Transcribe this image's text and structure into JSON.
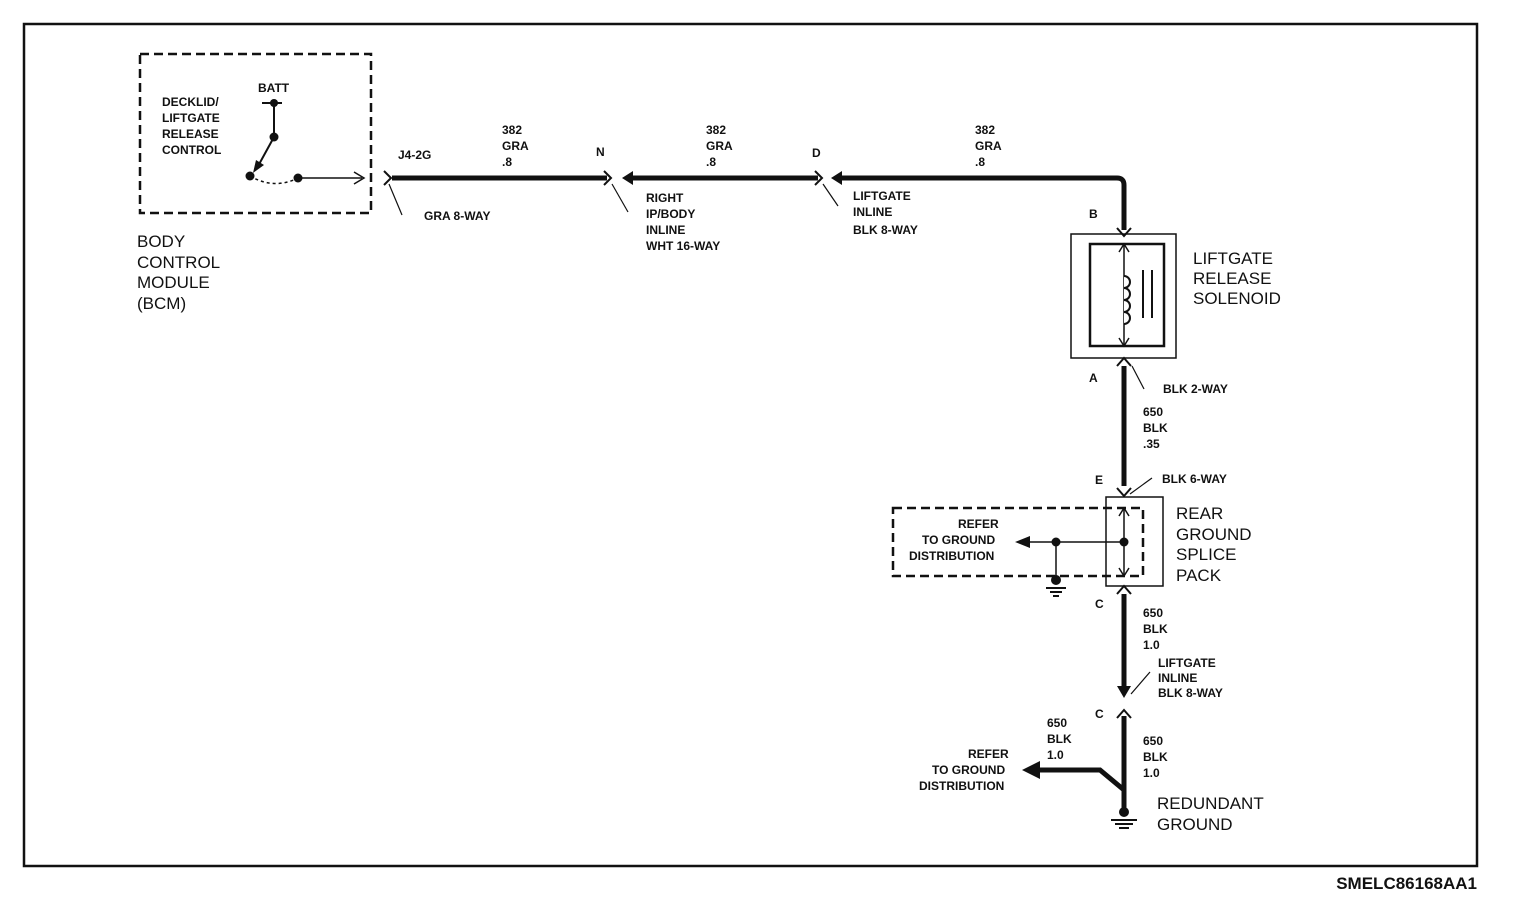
{
  "diagram_id": "SMELC86168AA1",
  "bcm": {
    "name_lines": [
      "BODY",
      "CONTROL",
      "MODULE",
      "(BCM)"
    ],
    "control_lines": [
      "DECKLID/",
      "LIFTGATE",
      "RELEASE",
      "CONTROL"
    ],
    "batt": "BATT",
    "connector_pin": "J4-2G",
    "connector_name": "GRA 8-WAY"
  },
  "wire_382": {
    "circuit": "382",
    "color": "GRA",
    "size": ".8"
  },
  "inline_right_ip": {
    "pin": "N",
    "lines": [
      "RIGHT",
      "IP/BODY",
      "INLINE",
      "WHT 16-WAY"
    ]
  },
  "inline_liftgate_1": {
    "pin": "D",
    "lines": [
      "LIFTGATE",
      "INLINE",
      "BLK 8-WAY"
    ]
  },
  "solenoid": {
    "name_lines": [
      "LIFTGATE",
      "RELEASE",
      "SOLENOID"
    ],
    "pin_top": "B",
    "pin_bottom": "A",
    "connector": "BLK 2-WAY"
  },
  "wire_650_035": {
    "circuit": "650",
    "color": "BLK",
    "size": ".35"
  },
  "splice_pack": {
    "name_lines": [
      "REAR",
      "GROUND",
      "SPLICE",
      "PACK"
    ],
    "pin_top": "E",
    "pin_bottom": "C",
    "connector": "BLK 6-WAY",
    "refer_lines": [
      "REFER",
      "TO GROUND",
      "DISTRIBUTION"
    ]
  },
  "wire_650_10": {
    "circuit": "650",
    "color": "BLK",
    "size": "1.0"
  },
  "inline_liftgate_2": {
    "pin": "C",
    "lines": [
      "LIFTGATE",
      "INLINE",
      "BLK 8-WAY"
    ]
  },
  "redundant_ground": {
    "name_lines": [
      "REDUNDANT",
      "GROUND"
    ],
    "refer_lines": [
      "REFER",
      "TO GROUND",
      "DISTRIBUTION"
    ]
  }
}
